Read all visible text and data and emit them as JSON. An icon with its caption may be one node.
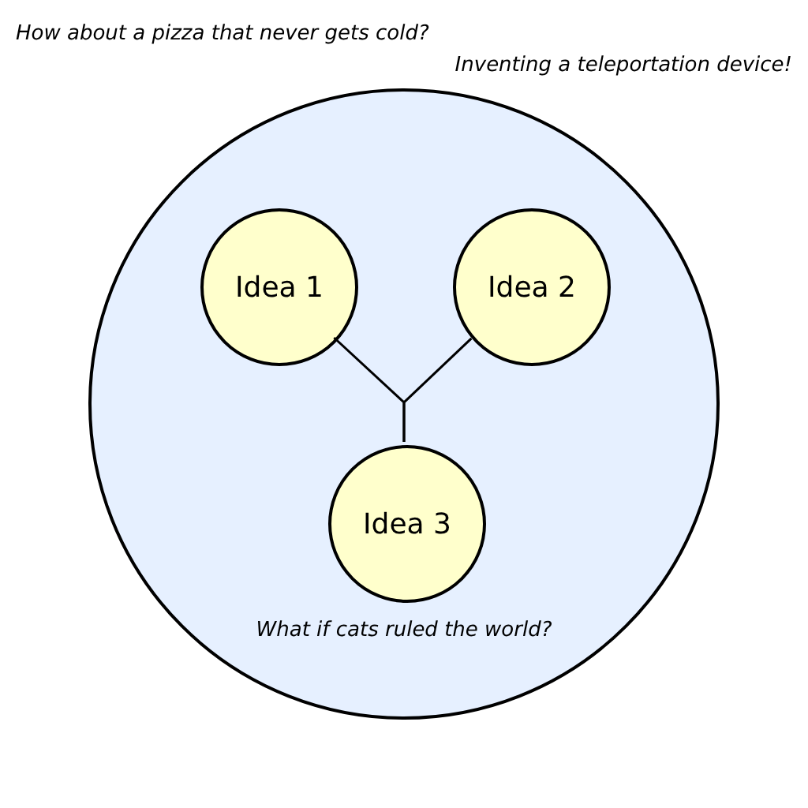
{
  "diagram": {
    "nodes": [
      {
        "text": [],
        "shape": "circle"
      },
      {
        "text": [
          "Idea 1"
        ],
        "in": 0
      },
      {
        "text": [
          "Idea 2"
        ],
        "in": 0
      },
      {
        "text": [
          "Idea 3"
        ],
        "in": 0
      }
    ],
    "edges": [
      {
        "from": 1,
        "to": 3,
        "arrow": "none"
      },
      {
        "from": 2,
        "to": 3,
        "arrow": "none"
      }
    ],
    "labels": [
      "How about a pizza that never gets cold?",
      "Inventing a teleportation device!",
      "What if cats ruled the world?"
    ]
  }
}
